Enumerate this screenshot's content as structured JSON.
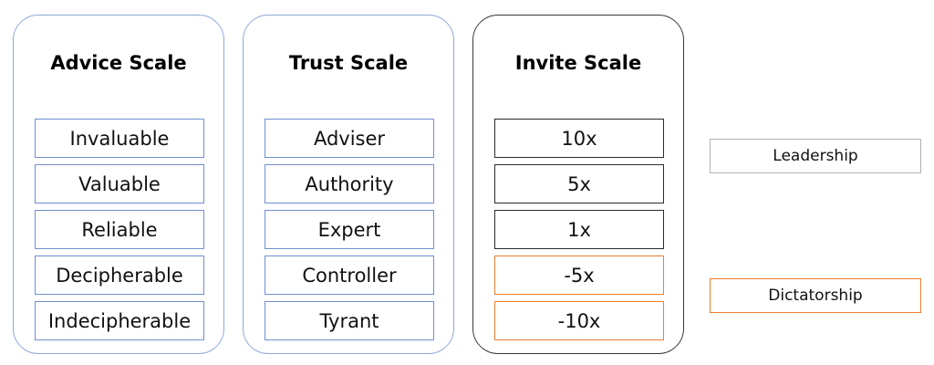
{
  "panels": {
    "advice": {
      "title": "Advice Scale",
      "items": [
        "Invaluable",
        "Valuable",
        "Reliable",
        "Decipherable",
        "Indecipherable"
      ]
    },
    "trust": {
      "title": "Trust Scale",
      "items": [
        "Adviser",
        "Authority",
        "Expert",
        "Controller",
        "Tyrant"
      ]
    },
    "invite": {
      "title": "Invite Scale",
      "items": [
        "10x",
        "5x",
        "1x",
        "-5x",
        "-10x"
      ]
    }
  },
  "legend": {
    "leadership": "Leadership",
    "dictatorship": "Dictatorship"
  },
  "colors": {
    "blue_border": "#8eaadb",
    "dark_border": "#2b2b2b",
    "orange_border": "#ed7d31",
    "gray_border": "#b0b0b0"
  }
}
